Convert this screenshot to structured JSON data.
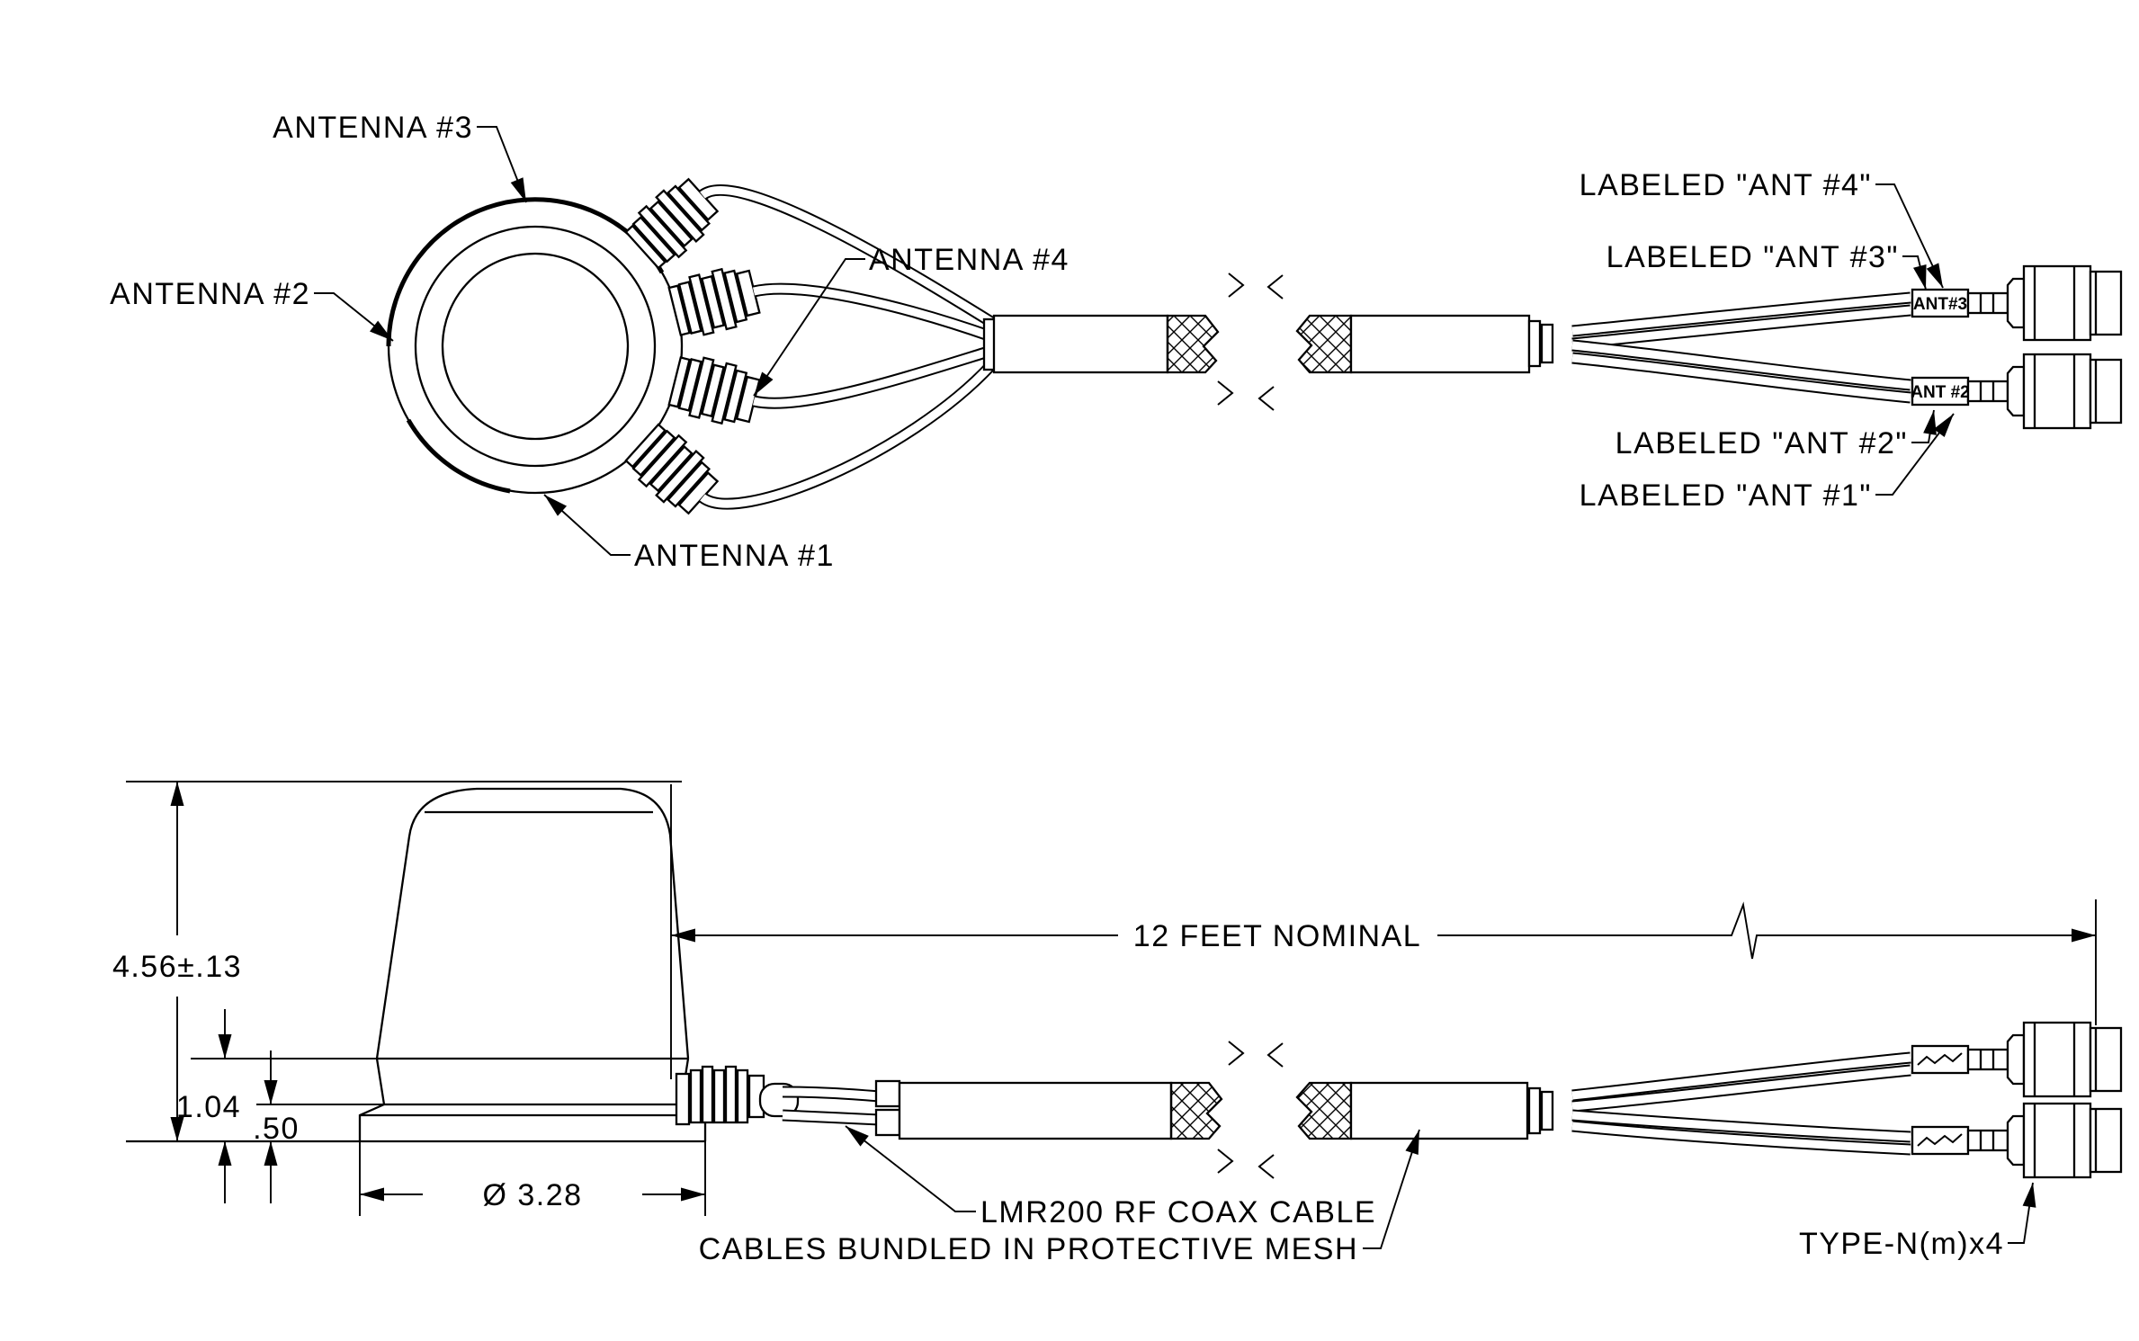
{
  "colors": {
    "line": "#000000",
    "background": "#ffffff"
  },
  "top_view": {
    "labels": {
      "antenna1": "ANTENNA #1",
      "antenna2": "ANTENNA #2",
      "antenna3": "ANTENNA #3",
      "antenna4": "ANTENNA #4"
    }
  },
  "cable_end_view": {
    "labels": {
      "ant4": "LABELED \"ANT #4\"",
      "ant3": "LABELED \"ANT #3\"",
      "ant2": "LABELED \"ANT #2\"",
      "ant1": "LABELED \"ANT #1\""
    },
    "tags": {
      "top": "ANT#3",
      "bottom": "ANT #2"
    }
  },
  "side_view": {
    "dimensions": {
      "overall_height": "4.56±.13",
      "lower_height": "1.04",
      "base_height": ".50",
      "base_diameter": "Ø 3.28"
    }
  },
  "cable_run": {
    "length_dimension": "12 FEET NOMINAL",
    "cable_note": "LMR200 RF COAX CABLE",
    "mesh_note": "CABLES BUNDLED IN PROTECTIVE MESH",
    "connector_note": "TYPE-N(m)x4"
  }
}
